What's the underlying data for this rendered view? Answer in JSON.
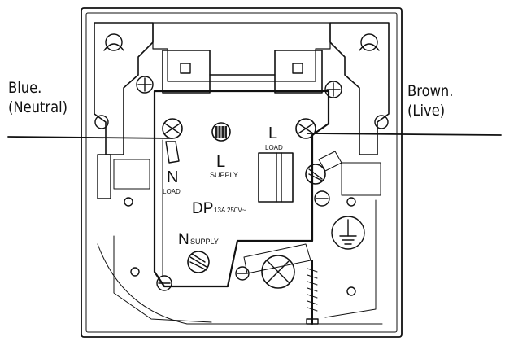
{
  "callouts": {
    "left": {
      "line1": "Blue.",
      "line2": "(Neutral)"
    },
    "right": {
      "line1": "Brown.",
      "line2": "(Live)"
    }
  },
  "plate": {
    "l_supply": {
      "letter": "L",
      "sub": "SUPPLY"
    },
    "l_load": {
      "letter": "L",
      "sub": "LOAD"
    },
    "n_load": {
      "letter": "N",
      "sub": "LOAD"
    },
    "dp": {
      "big": "DP",
      "small": "13A  250V~"
    },
    "n_supply": {
      "letter": "N",
      "sub": "SUPPLY"
    }
  },
  "icons": [
    "terminal-screw",
    "earth-symbol",
    "cable-clamp",
    "fixing-screw"
  ],
  "colors": {
    "line": "#111111",
    "background": "#ffffff"
  }
}
